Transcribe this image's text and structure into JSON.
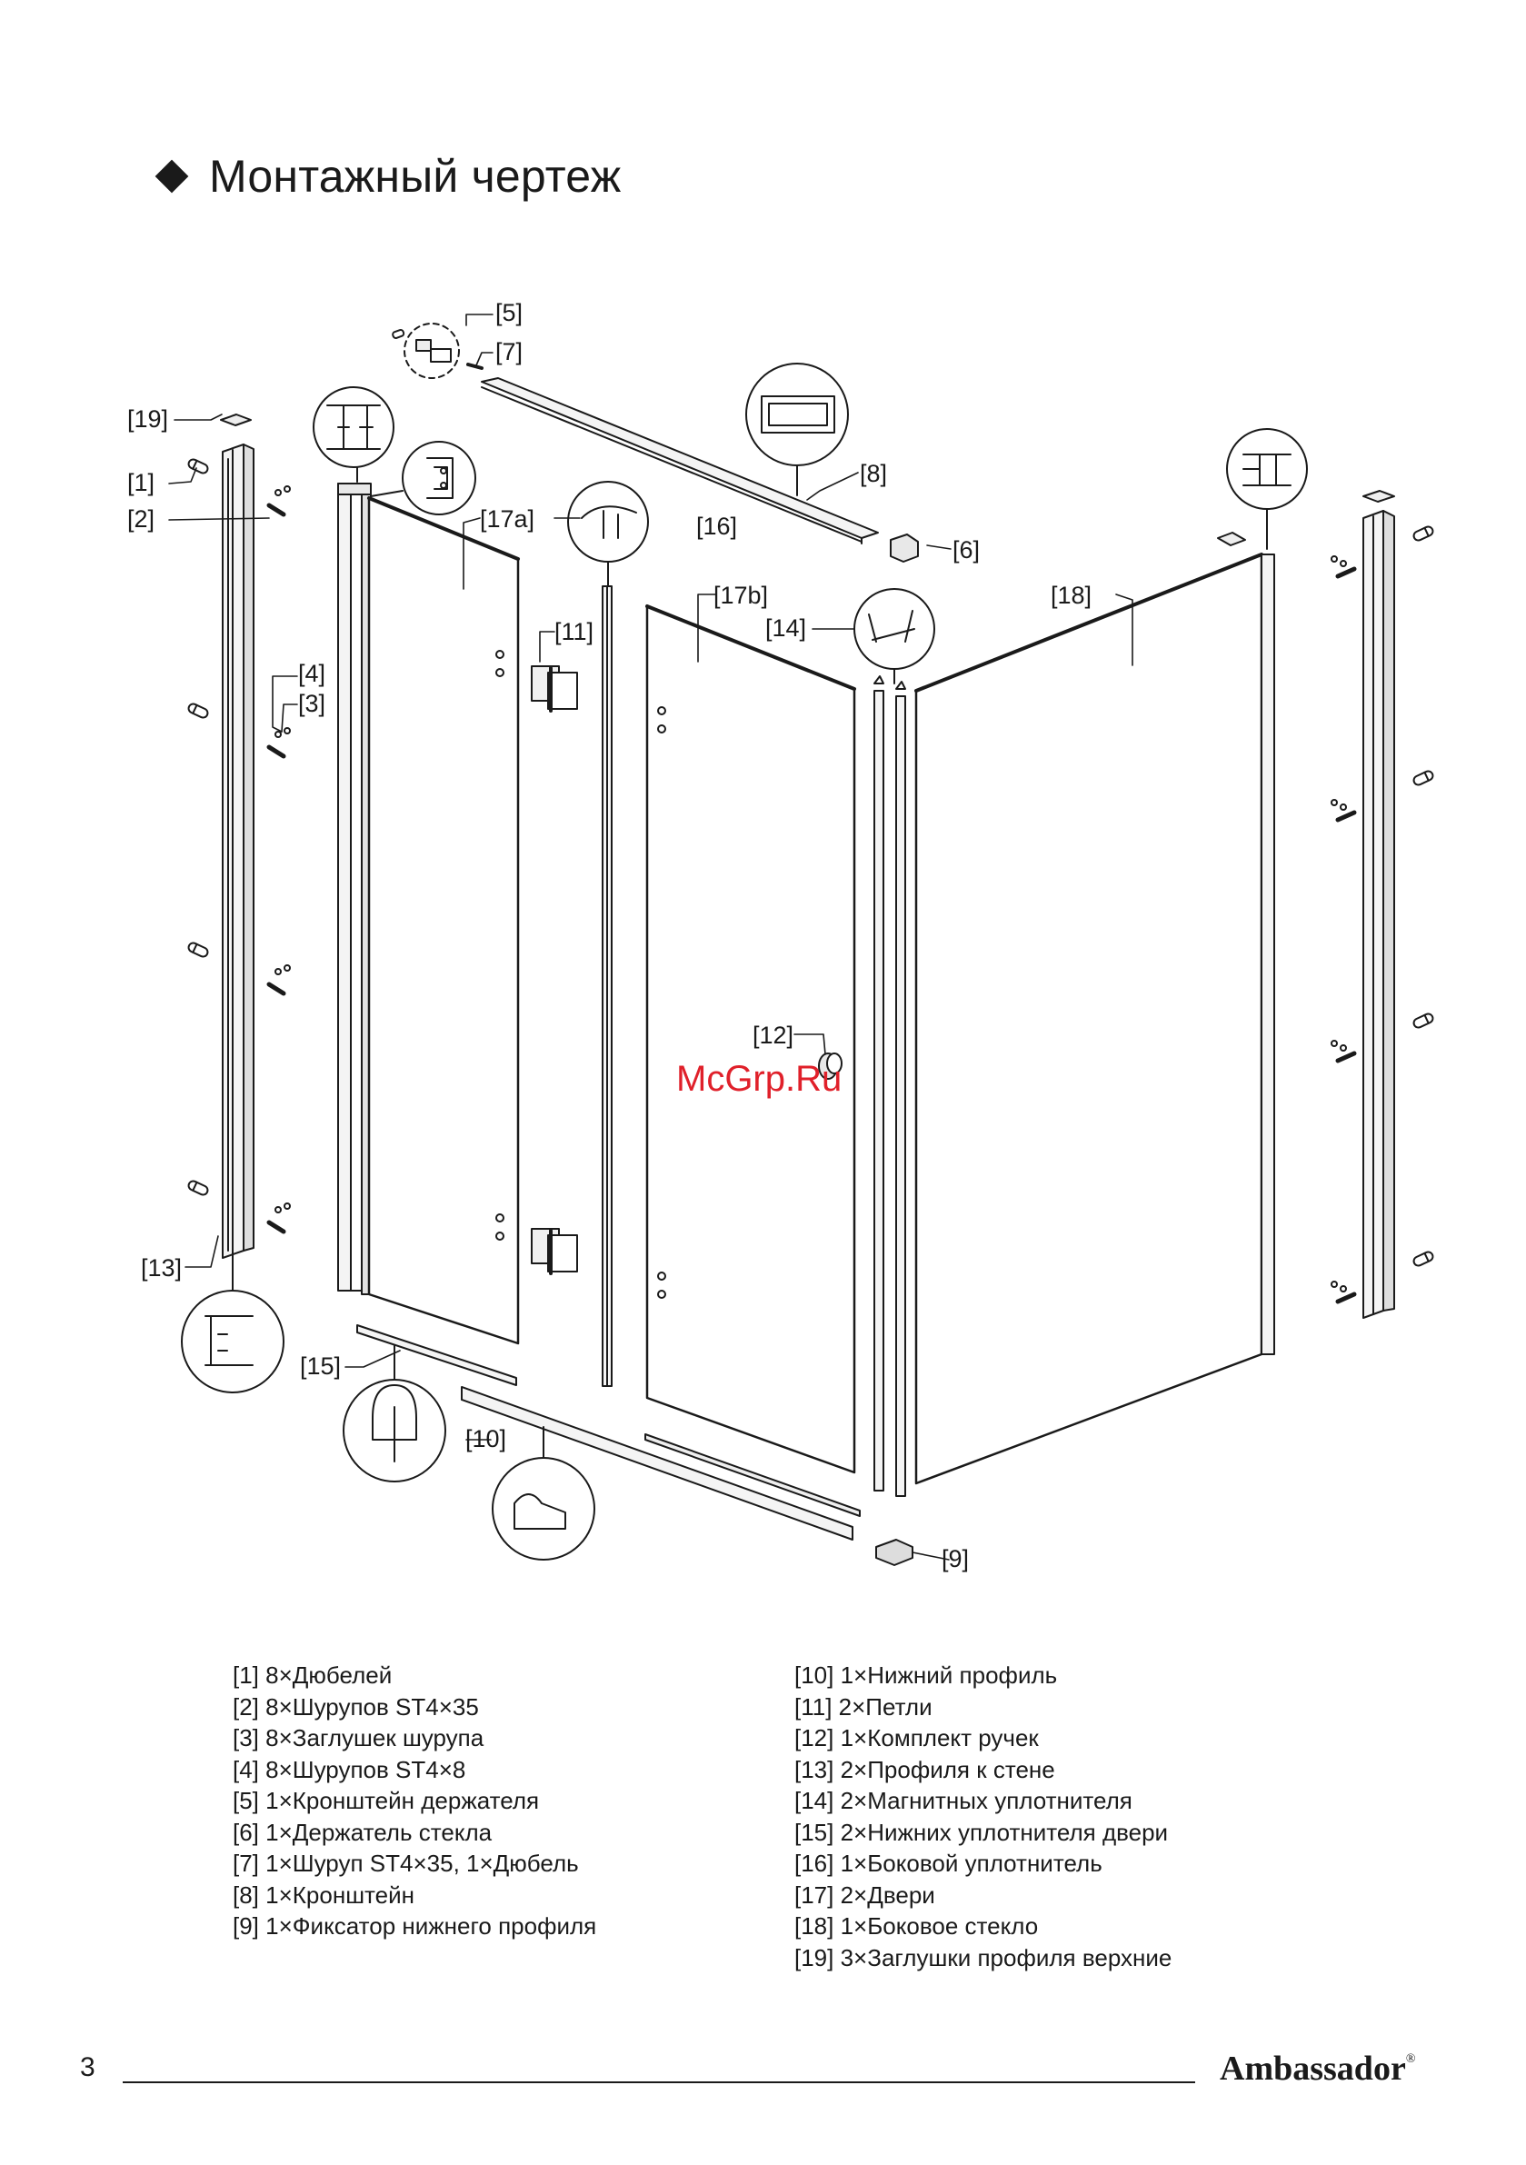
{
  "title": "Монтажный чертеж",
  "callouts": {
    "c1": "[1]",
    "c2": "[2]",
    "c3": "[3]",
    "c4": "[4]",
    "c5": "[5]",
    "c6": "[6]",
    "c7": "[7]",
    "c8": "[8]",
    "c9": "[9]",
    "c10": "[10]",
    "c11": "[11]",
    "c12": "[12]",
    "c13": "[13]",
    "c14": "[14]",
    "c15": "[15]",
    "c16": "[16]",
    "c17a": "[17a]",
    "c17b": "[17b]",
    "c18": "[18]",
    "c19": "[19]"
  },
  "watermark": "McGrp.Ru",
  "parts_left": [
    "[1] 8×Дюбелей",
    "[2] 8×Шурупов ST4×35",
    "[3] 8×Заглушек шурупа",
    "[4] 8×Шурупов ST4×8",
    "[5] 1×Кронштейн держателя",
    "[6] 1×Держатель стекла",
    "[7] 1×Шуруп ST4×35, 1×Дюбель",
    "[8] 1×Кронштейн",
    "[9] 1×Фиксатор нижнего профиля"
  ],
  "parts_right": [
    "[10] 1×Нижний профиль",
    "[11] 2×Петли",
    "[12] 1×Комплект ручек",
    "[13] 2×Профиля к стене",
    "[14] 2×Магнитных уплотнителя",
    "[15] 2×Нижних уплотнителя двери",
    "[16] 1×Боковой уплотнитель",
    "[17] 2×Двери",
    "[18] 1×Боковое стекло",
    "[19] 3×Заглушки профиля верхние"
  ],
  "footer": {
    "page_number": "3",
    "brand": "Ambassador",
    "brand_mark": "®"
  }
}
